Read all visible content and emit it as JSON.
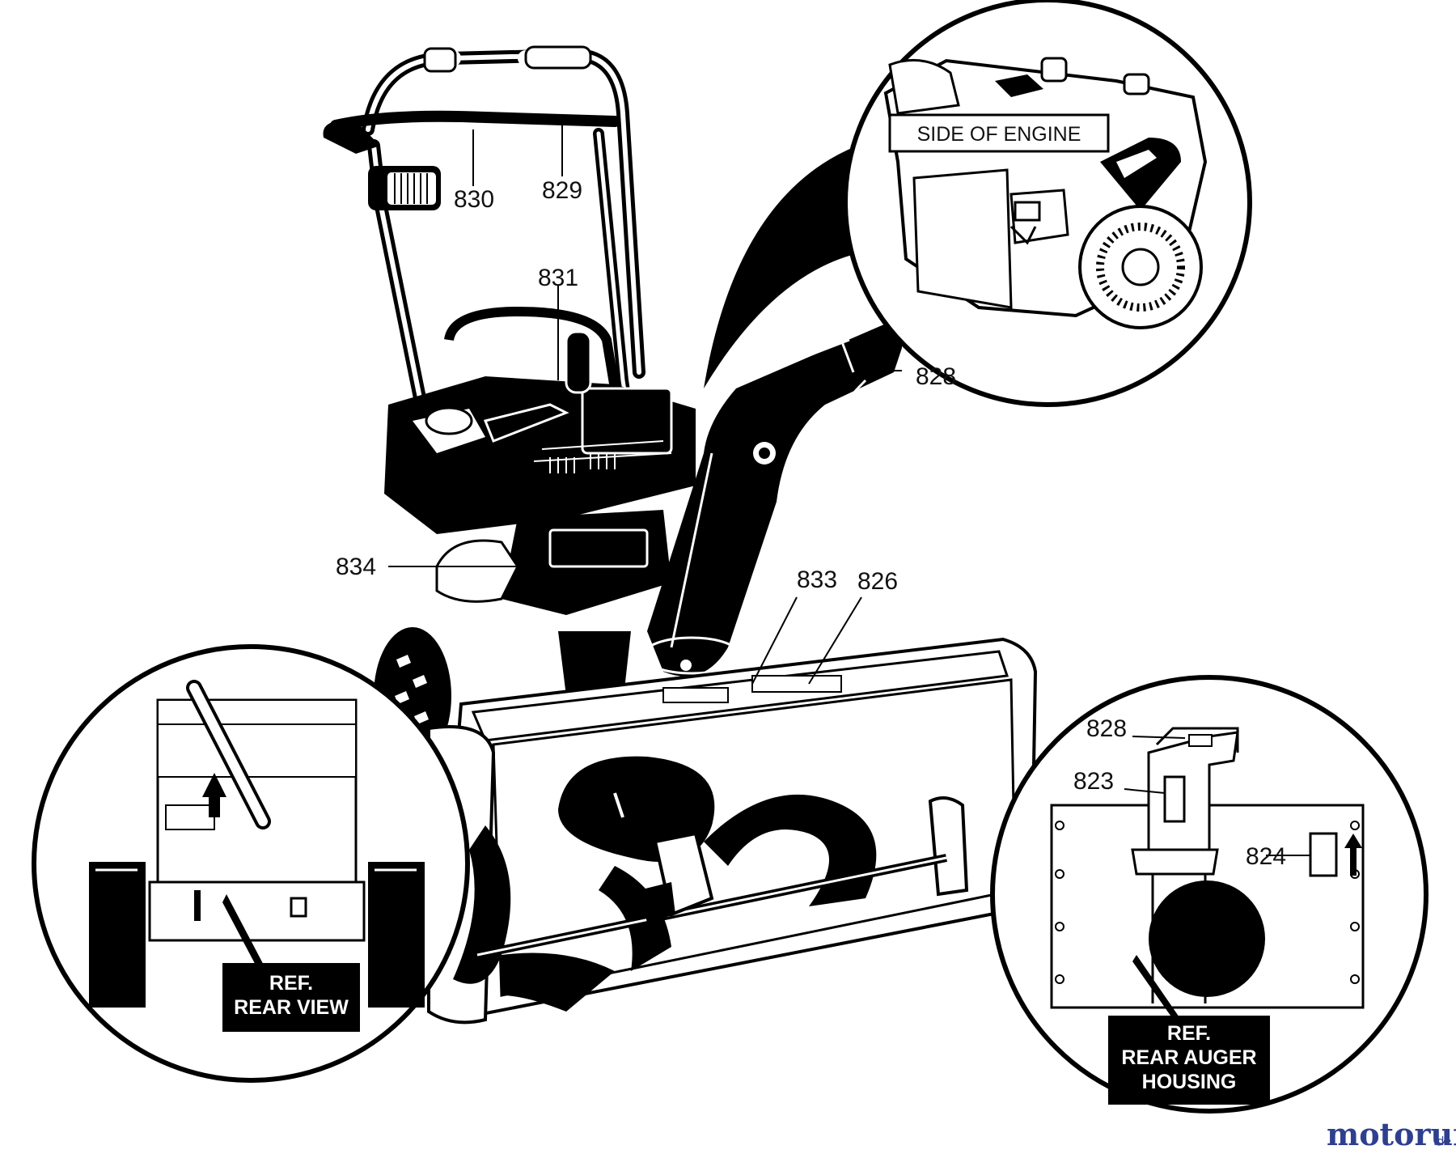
{
  "callouts": {
    "c830": "830",
    "c829": "829",
    "c831": "831",
    "c828_top": "828",
    "c834": "834",
    "c833": "833",
    "c826": "826",
    "c828_inset": "828",
    "c823": "823",
    "c824": "824"
  },
  "insets": {
    "engine_side": "SIDE OF ENGINE",
    "rear_view_line1": "REF.",
    "rear_view_line2": "REAR VIEW",
    "auger_line1": "REF.",
    "auger_line2": "REAR AUGER",
    "auger_line3": "HOUSING"
  },
  "watermark": {
    "brand": "motoruf",
    "suffix": ".de",
    "color_main": "#2f3f8f",
    "color_accent": "#e08a1e"
  }
}
